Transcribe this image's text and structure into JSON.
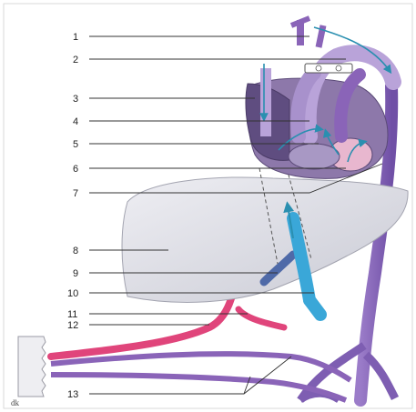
{
  "labels": [
    "1",
    "2",
    "3",
    "4",
    "5",
    "6",
    "7",
    "8",
    "9",
    "10",
    "11",
    "12",
    "13"
  ],
  "corner_mark": "dk",
  "colors": {
    "arterial_pink": "#e0457b",
    "venous_purple": "#8a64b8",
    "light_purple": "#b9a3d9",
    "portal_blue": "#4f6aa8",
    "ivc_cyan": "#3aa7d8",
    "liver_gray": "#dcdde4",
    "heart_dark": "#6c5a86",
    "flow_arrow": "#2a8fb0"
  }
}
